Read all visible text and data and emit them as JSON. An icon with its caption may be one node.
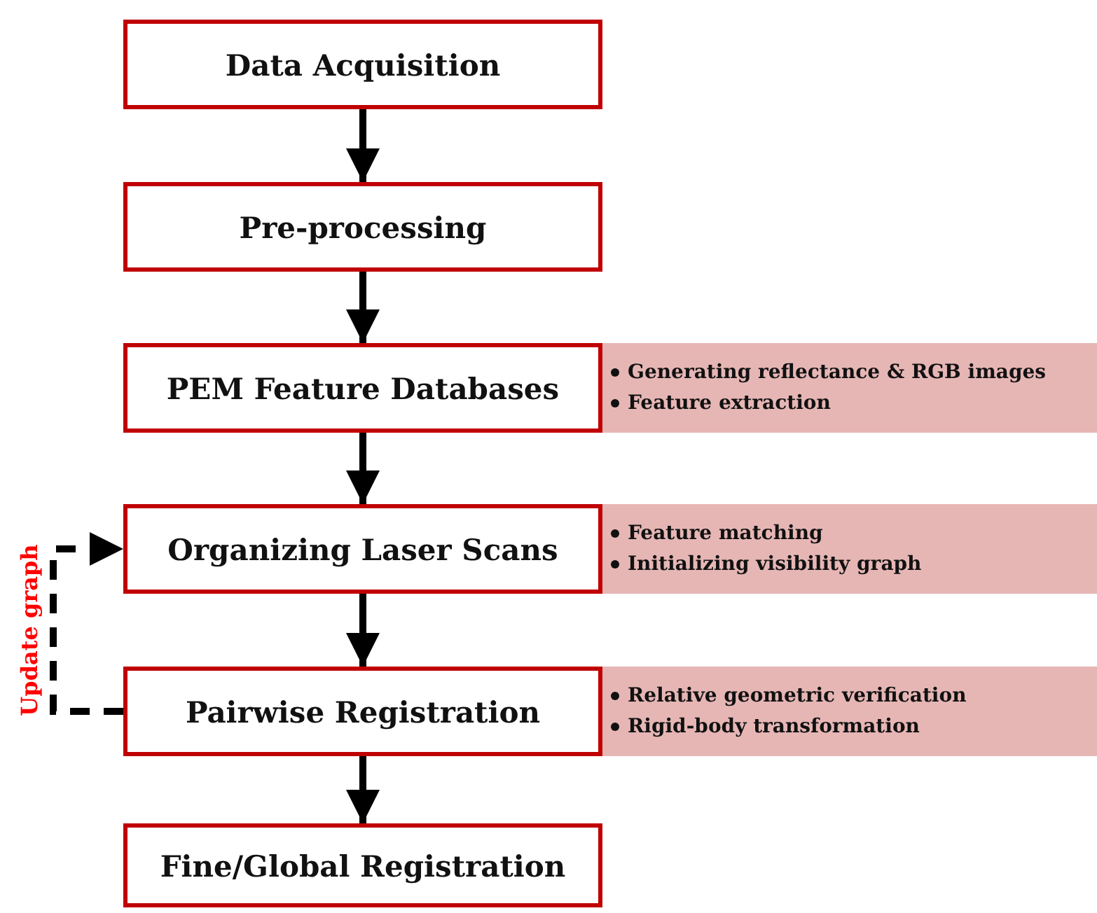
{
  "diagram": {
    "nodes": [
      {
        "text": [
          "Data Acquisition"
        ]
      },
      {
        "text": [
          "Pre-processing"
        ]
      },
      {
        "text": [
          "PEM Feature Databases"
        ]
      },
      {
        "text": [
          "Generating reflectance & RGB images",
          "Feature extraction"
        ]
      },
      {
        "text": [
          "Organizing Laser Scans"
        ]
      },
      {
        "text": [
          "Feature matching",
          "Initializing visibility graph"
        ]
      },
      {
        "text": [
          "Pairwise Registration"
        ]
      },
      {
        "text": [
          "Relative geometric verification",
          "Rigid-body transformation"
        ]
      },
      {
        "text": [
          "Fine/Global Registration"
        ]
      }
    ],
    "edges": [
      {
        "from": 0,
        "to": 1,
        "arrow": "to"
      },
      {
        "from": 1,
        "to": 2,
        "arrow": "to"
      },
      {
        "from": 2,
        "to": 4,
        "arrow": "to"
      },
      {
        "from": 4,
        "to": 6,
        "arrow": "to"
      },
      {
        "from": 6,
        "to": 8,
        "arrow": "to"
      },
      {
        "from": 6,
        "to": 4,
        "arrow": "to",
        "style": "dashed",
        "label": "Update graph"
      }
    ]
  }
}
